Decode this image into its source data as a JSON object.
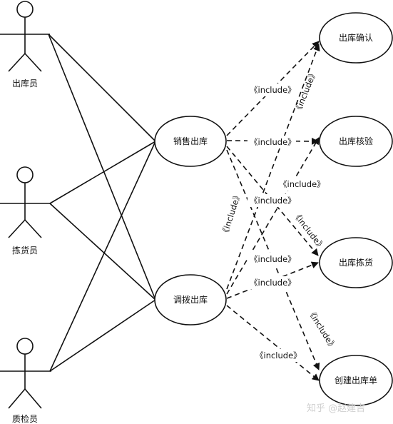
{
  "actors": {
    "shipper": "出库员",
    "picker": "拣货员",
    "inspector": "质检员"
  },
  "use_cases": {
    "sales_out": "销售出库",
    "transfer_out": "调拨出库",
    "confirm": "出库确认",
    "verify": "出库核验",
    "pick": "出库拣货",
    "create_order": "创建出库单"
  },
  "include_label": "《include》",
  "watermark": "知乎 @赵建吉"
}
